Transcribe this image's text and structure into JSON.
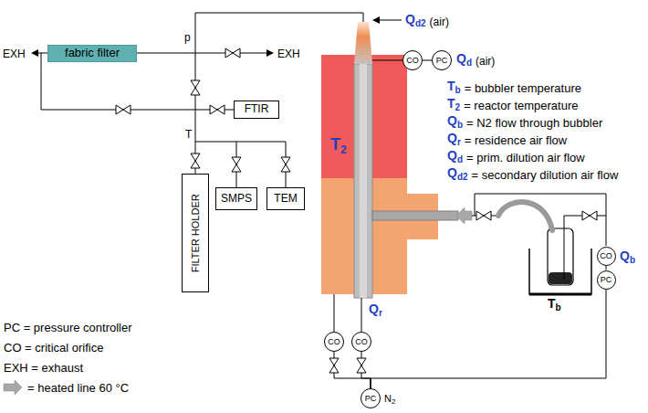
{
  "diagram": {
    "nodes": [
      {
        "text": [
          "fabric filter"
        ]
      },
      {
        "text": [
          "FTIR"
        ]
      },
      {
        "text": [
          "FILTER HOLDER"
        ]
      },
      {
        "text": [
          "SMPS"
        ]
      },
      {
        "text": [
          "TEM"
        ]
      },
      {
        "text": [
          "CO"
        ]
      },
      {
        "text": [
          "PC"
        ]
      },
      {
        "text": [
          "CO"
        ]
      },
      {
        "text": [
          "PC"
        ]
      },
      {
        "text": [
          "CO"
        ]
      },
      {
        "text": [
          "CO"
        ]
      },
      {
        "text": [
          "PC"
        ]
      }
    ],
    "edges": [
      {
        "from": 6,
        "to": 5,
        "arrow": "none"
      },
      {
        "from": 8,
        "to": 7,
        "arrow": "none"
      },
      {
        "from": 11,
        "to": 9,
        "arrow": "none"
      },
      {
        "from": 11,
        "to": 10,
        "arrow": "none"
      },
      {
        "from": 11,
        "to": 8,
        "arrow": "none"
      }
    ],
    "labels": [
      "p",
      "EXH",
      "EXH",
      "T",
      "Qd2",
      "(air)",
      "Qd",
      "(air)",
      "T2",
      "Tb",
      "= bubbler temperature",
      "T2",
      "= reactor temperature",
      "Qb",
      "= N2 flow through bubbler",
      "Qr",
      "= residence air flow",
      "Qd",
      "= prim. dilution air flow",
      "Qd2",
      "= secondary dilution air flow",
      "Qb",
      "Tb",
      "Qr",
      "N2"
    ],
    "legend": [
      {
        "text": "PC = pressure controller"
      },
      {
        "text": "CO = critical orifice"
      },
      {
        "text": "EXH = exhaust"
      },
      {
        "text": "= heated line 60 °C"
      }
    ]
  }
}
